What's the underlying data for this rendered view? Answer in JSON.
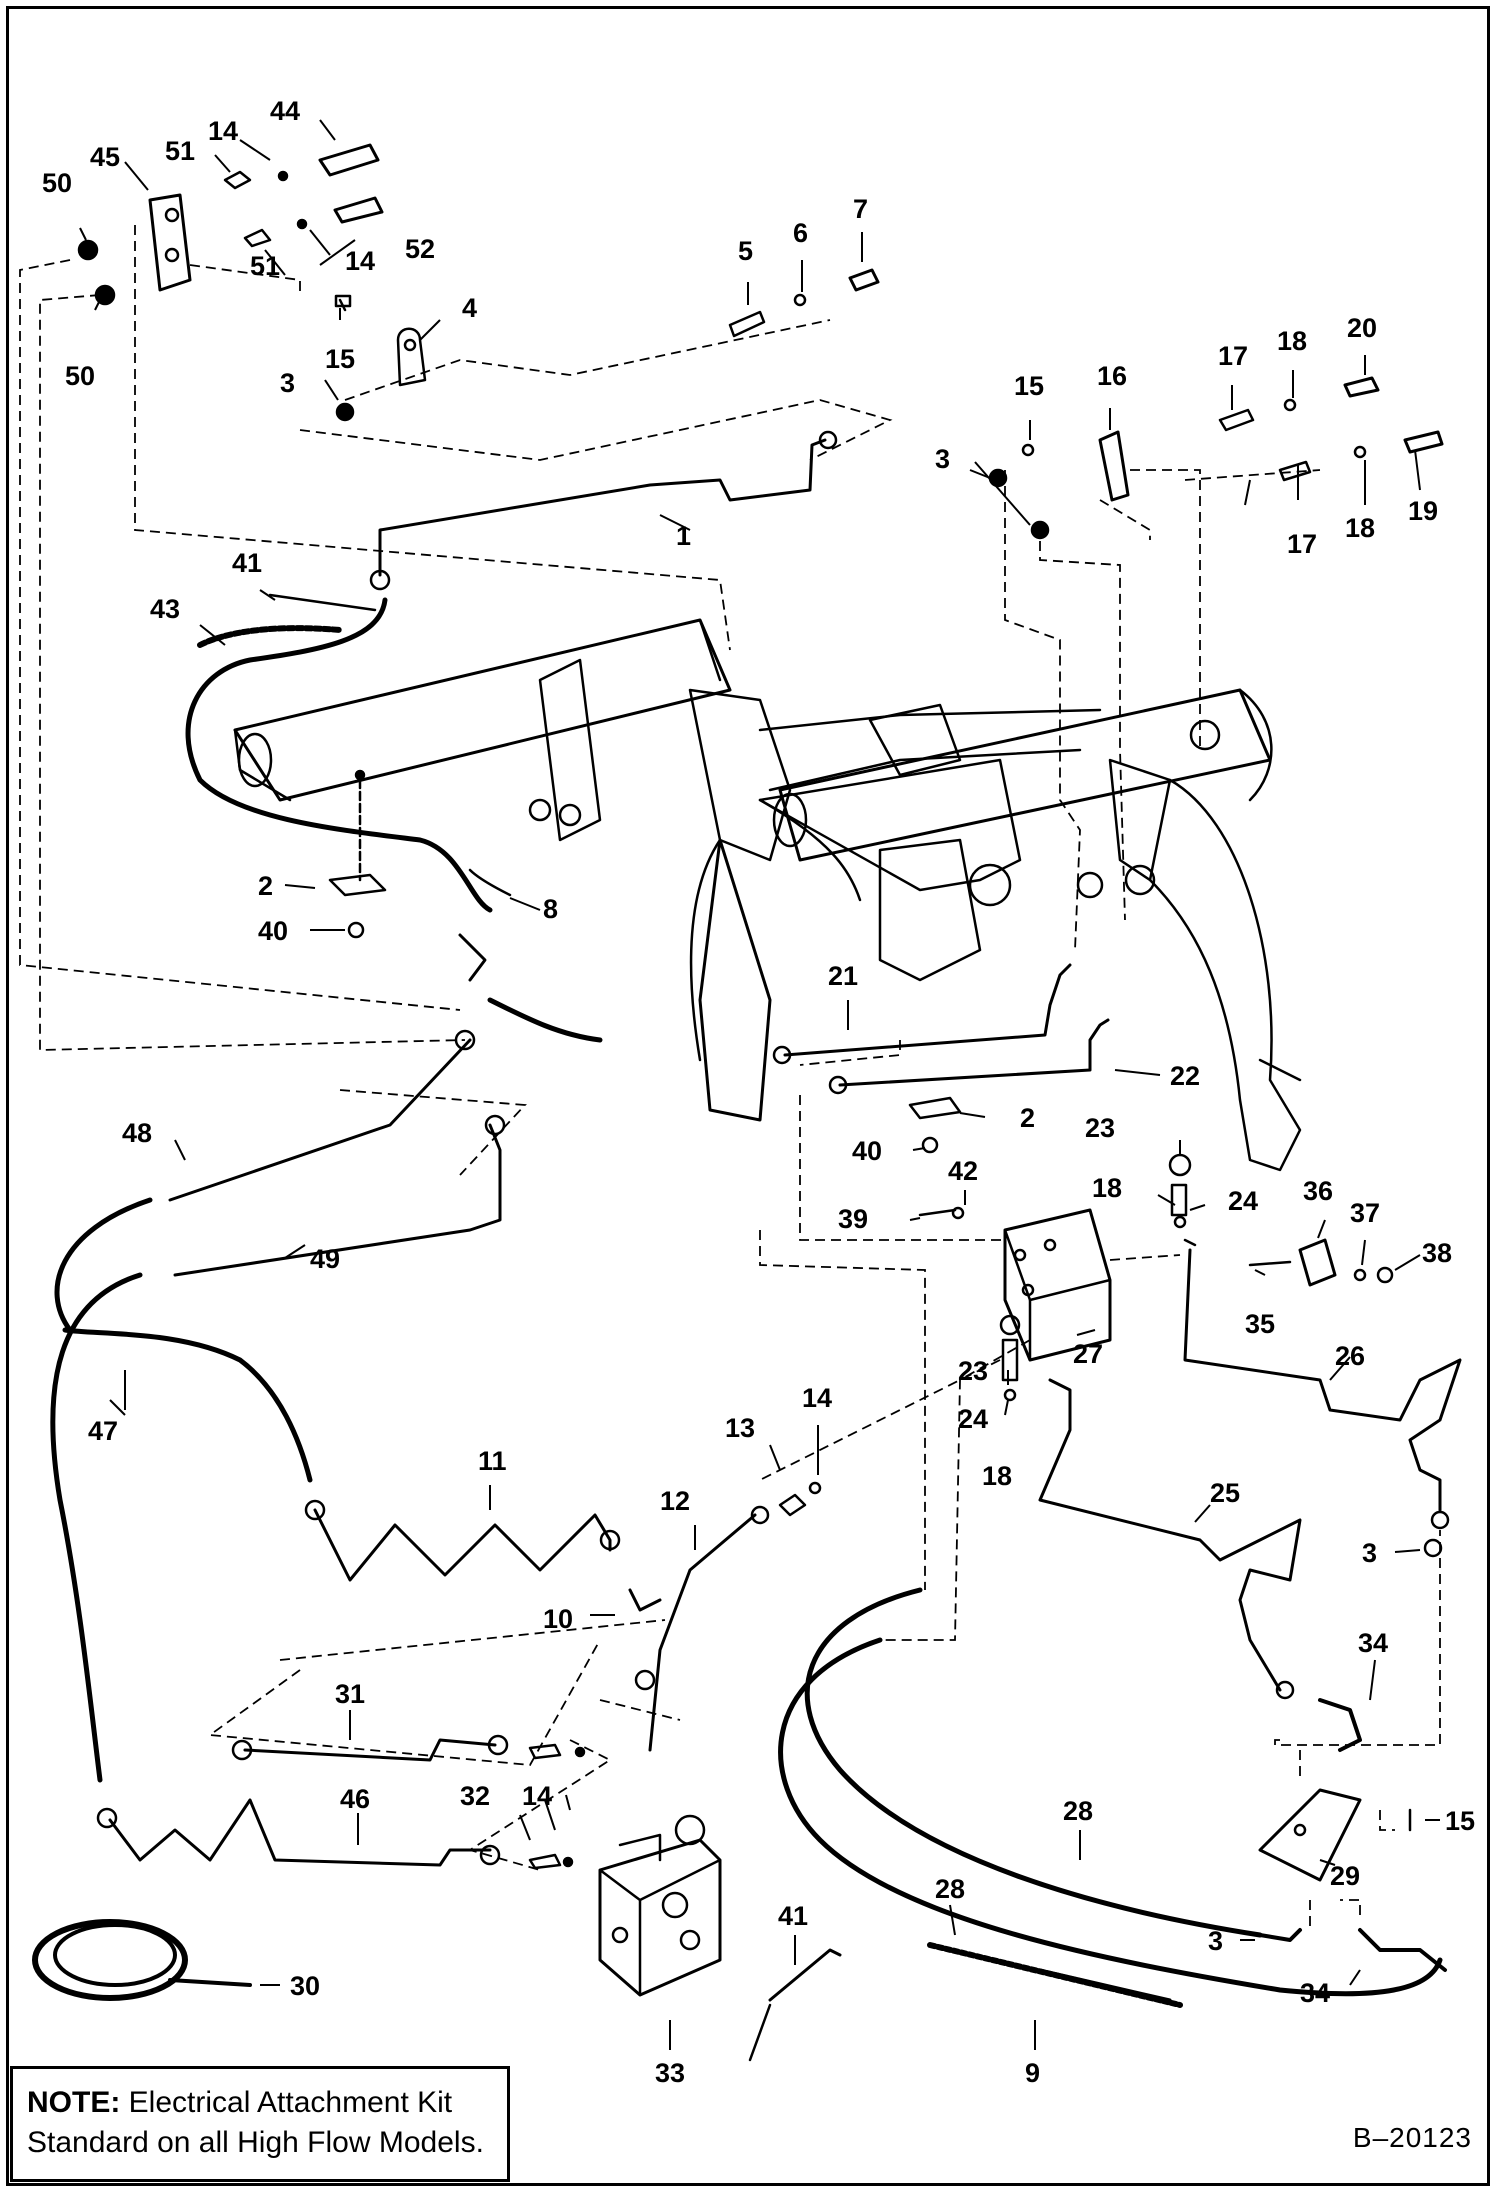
{
  "callouts": [
    {
      "id": "c50a",
      "text": "50"
    },
    {
      "id": "c45",
      "text": "45"
    },
    {
      "id": "c51a",
      "text": "51"
    },
    {
      "id": "c14a",
      "text": "14"
    },
    {
      "id": "c44",
      "text": "44"
    },
    {
      "id": "c51b",
      "text": "51"
    },
    {
      "id": "c14b",
      "text": "14"
    },
    {
      "id": "c52",
      "text": "52"
    },
    {
      "id": "c50b",
      "text": "50"
    },
    {
      "id": "c15a",
      "text": "15"
    },
    {
      "id": "c4",
      "text": "4"
    },
    {
      "id": "c3a",
      "text": "3"
    },
    {
      "id": "c5",
      "text": "5"
    },
    {
      "id": "c6",
      "text": "6"
    },
    {
      "id": "c7",
      "text": "7"
    },
    {
      "id": "c15b",
      "text": "15"
    },
    {
      "id": "c16",
      "text": "16"
    },
    {
      "id": "c17a",
      "text": "17"
    },
    {
      "id": "c18a",
      "text": "18"
    },
    {
      "id": "c20",
      "text": "20"
    },
    {
      "id": "c3b",
      "text": "3"
    },
    {
      "id": "c17b",
      "text": "17"
    },
    {
      "id": "c18b",
      "text": "18"
    },
    {
      "id": "c19",
      "text": "19"
    },
    {
      "id": "c1",
      "text": "1"
    },
    {
      "id": "c41a",
      "text": "41"
    },
    {
      "id": "c43",
      "text": "43"
    },
    {
      "id": "c2a",
      "text": "2"
    },
    {
      "id": "c40a",
      "text": "40"
    },
    {
      "id": "c8",
      "text": "8"
    },
    {
      "id": "c21",
      "text": "21"
    },
    {
      "id": "c22",
      "text": "22"
    },
    {
      "id": "c2b",
      "text": "2"
    },
    {
      "id": "c40b",
      "text": "40"
    },
    {
      "id": "c48",
      "text": "48"
    },
    {
      "id": "c49",
      "text": "49"
    },
    {
      "id": "c47",
      "text": "47"
    },
    {
      "id": "c23a",
      "text": "23"
    },
    {
      "id": "c18c",
      "text": "18"
    },
    {
      "id": "c24a",
      "text": "24"
    },
    {
      "id": "c42",
      "text": "42"
    },
    {
      "id": "c39",
      "text": "39"
    },
    {
      "id": "c36",
      "text": "36"
    },
    {
      "id": "c37",
      "text": "37"
    },
    {
      "id": "c38",
      "text": "38"
    },
    {
      "id": "c35",
      "text": "35"
    },
    {
      "id": "c27",
      "text": "27"
    },
    {
      "id": "c23b",
      "text": "23"
    },
    {
      "id": "c24b",
      "text": "24"
    },
    {
      "id": "c18d",
      "text": "18"
    },
    {
      "id": "c26",
      "text": "26"
    },
    {
      "id": "c14c",
      "text": "14"
    },
    {
      "id": "c13",
      "text": "13"
    },
    {
      "id": "c11",
      "text": "11"
    },
    {
      "id": "c12",
      "text": "12"
    },
    {
      "id": "c25",
      "text": "25"
    },
    {
      "id": "c3c",
      "text": "3"
    },
    {
      "id": "c10",
      "text": "10"
    },
    {
      "id": "c34a",
      "text": "34"
    },
    {
      "id": "c31",
      "text": "31"
    },
    {
      "id": "c32",
      "text": "32"
    },
    {
      "id": "c14d",
      "text": "14"
    },
    {
      "id": "c46",
      "text": "46"
    },
    {
      "id": "c28a",
      "text": "28"
    },
    {
      "id": "c15c",
      "text": "15"
    },
    {
      "id": "c29",
      "text": "29"
    },
    {
      "id": "c28b",
      "text": "28"
    },
    {
      "id": "c41b",
      "text": "41"
    },
    {
      "id": "c3d",
      "text": "3"
    },
    {
      "id": "c30",
      "text": "30"
    },
    {
      "id": "c34b",
      "text": "34"
    },
    {
      "id": "c33",
      "text": "33"
    },
    {
      "id": "c9",
      "text": "9"
    }
  ],
  "note": {
    "label": "NOTE:",
    "line1": " Electrical Attachment Kit",
    "line2": "Standard on all High Flow Models."
  },
  "figure_id": "B–20123"
}
